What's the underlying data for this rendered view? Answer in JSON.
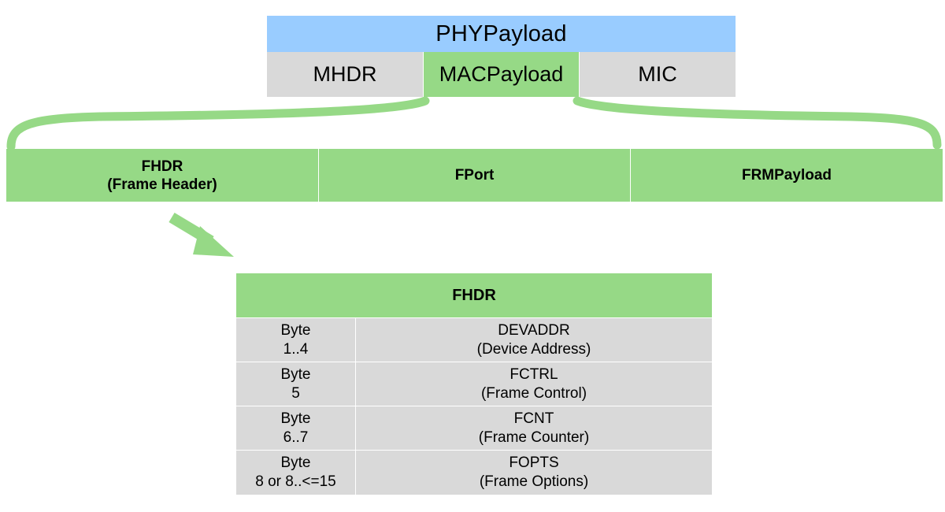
{
  "phy": {
    "title": "PHYPayload",
    "cells": [
      "MHDR",
      "MACPayload",
      "MIC"
    ]
  },
  "mac_payload": {
    "cells": [
      {
        "line1": "FHDR",
        "line2": "(Frame Header)"
      },
      {
        "line1": "FPort"
      },
      {
        "line1": "FRMPayload"
      }
    ]
  },
  "fhdr_table": {
    "title": "FHDR",
    "rows": [
      {
        "bytes_label": "Byte",
        "bytes_value": "1..4",
        "field": "DEVADDR",
        "description": "(Device Address)"
      },
      {
        "bytes_label": "Byte",
        "bytes_value": "5",
        "field": "FCTRL",
        "description": "(Frame Control)"
      },
      {
        "bytes_label": "Byte",
        "bytes_value": "6..7",
        "field": "FCNT",
        "description": "(Frame Counter)"
      },
      {
        "bytes_label": "Byte",
        "bytes_value": "8 or 8..<=15",
        "field": "FOPTS",
        "description": "(Frame Options)"
      }
    ]
  },
  "colors": {
    "phy_header": "#99ccff",
    "green": "#96d986",
    "gray": "#d9d9d9"
  }
}
